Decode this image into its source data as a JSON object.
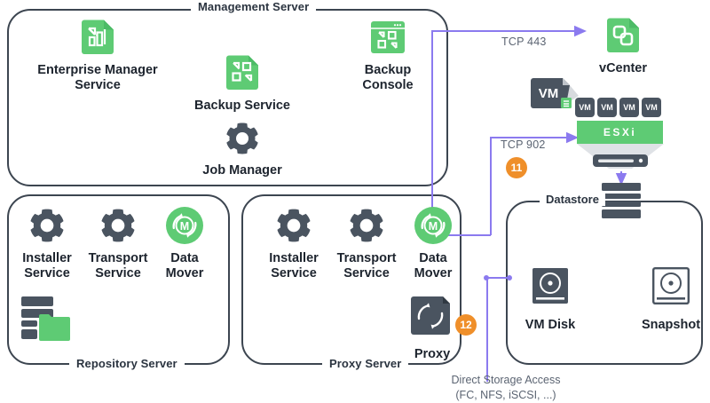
{
  "diagram": {
    "title": "Backup architecture data flow diagram",
    "colors": {
      "green": "#5ecb74",
      "dark": "#4a5460",
      "outline": "#3c4550",
      "purple": "#8b7aef",
      "orange": "#ef8f2a",
      "label_gray": "#5b6472"
    }
  },
  "containers": {
    "management_server": {
      "label": "Management Server"
    },
    "repository_server": {
      "label": "Repository Server"
    },
    "proxy_server": {
      "label": "Proxy Server"
    },
    "datastore": {
      "label": "Datastore"
    }
  },
  "management_server": {
    "nodes": [
      {
        "name": "enterprise-manager-service",
        "label": "Enterprise Manager\nService",
        "icon": "green-doc-chart-icon"
      },
      {
        "name": "backup-service",
        "label": "Backup Service",
        "icon": "green-doc-backup-icon"
      },
      {
        "name": "job-manager",
        "label": "Job Manager",
        "icon": "gear-icon"
      },
      {
        "name": "backup-console",
        "label": "Backup\nConsole",
        "icon": "green-browser-backup-icon"
      }
    ]
  },
  "repository_server": {
    "nodes": [
      {
        "name": "installer-service",
        "label": "Installer\nService",
        "icon": "gear-icon"
      },
      {
        "name": "transport-service",
        "label": "Transport\nService",
        "icon": "gear-icon"
      },
      {
        "name": "data-mover",
        "label": "Data\nMover",
        "icon": "data-mover-icon"
      },
      {
        "name": "repository-storage",
        "label": "",
        "icon": "storage-folder-icon"
      }
    ]
  },
  "proxy_server": {
    "nodes": [
      {
        "name": "installer-service",
        "label": "Installer\nService",
        "icon": "gear-icon"
      },
      {
        "name": "transport-service",
        "label": "Transport\nService",
        "icon": "gear-icon"
      },
      {
        "name": "data-mover",
        "label": "Data\nMover",
        "icon": "data-mover-icon"
      },
      {
        "name": "proxy",
        "label": "Proxy",
        "icon": "proxy-sync-icon"
      }
    ],
    "badge": "12"
  },
  "datastore": {
    "nodes": [
      {
        "name": "vm-disk",
        "label": "VM Disk",
        "icon": "vm-disk-icon"
      },
      {
        "name": "snapshot",
        "label": "Snapshot",
        "icon": "snapshot-icon"
      }
    ]
  },
  "virtualization": {
    "vcenter": {
      "label": "vCenter",
      "icon": "green-vcenter-icon"
    },
    "esxi": {
      "label": "ESXi"
    },
    "vm_big": {
      "label": "VM"
    },
    "vm_chips": [
      "VM",
      "VM",
      "VM",
      "VM"
    ]
  },
  "connections": {
    "tcp443": "TCP 443",
    "tcp902": "TCP  902",
    "badge_902": "11",
    "direct_storage": "Direct Storage Access\n(FC, NFS, iSCSI, ...)"
  }
}
